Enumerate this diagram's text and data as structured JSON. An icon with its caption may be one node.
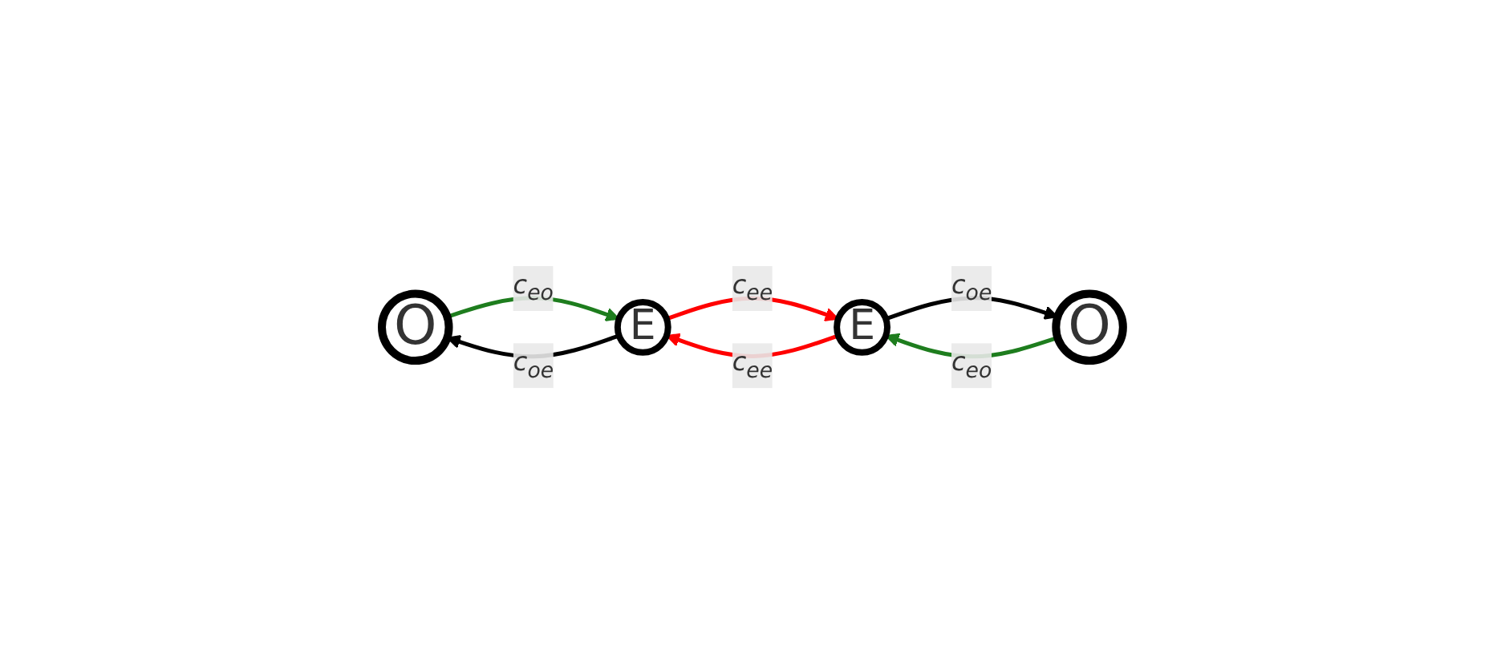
{
  "diagram": {
    "nodes": [
      {
        "text": [
          "O"
        ]
      },
      {
        "text": [
          "E"
        ]
      },
      {
        "text": [
          "E"
        ]
      },
      {
        "text": [
          "O"
        ]
      }
    ],
    "edges": [
      {
        "from": 0,
        "to": 1,
        "arrow": "to",
        "label": "c$_{eo}$",
        "color": "#1e7d1e"
      },
      {
        "from": 1,
        "to": 0,
        "arrow": "to",
        "label": "c$_{oe}$",
        "color": "#000000"
      },
      {
        "from": 1,
        "to": 2,
        "arrow": "to",
        "label": "c$_{ee}$",
        "color": "#ff0000"
      },
      {
        "from": 2,
        "to": 1,
        "arrow": "to",
        "label": "c$_{ee}$",
        "color": "#ff0000"
      },
      {
        "from": 2,
        "to": 3,
        "arrow": "to",
        "label": "c$_{oe}$",
        "color": "#000000"
      },
      {
        "from": 3,
        "to": 2,
        "arrow": "to",
        "label": "c$_{eo}$",
        "color": "#1e7d1e"
      }
    ]
  }
}
